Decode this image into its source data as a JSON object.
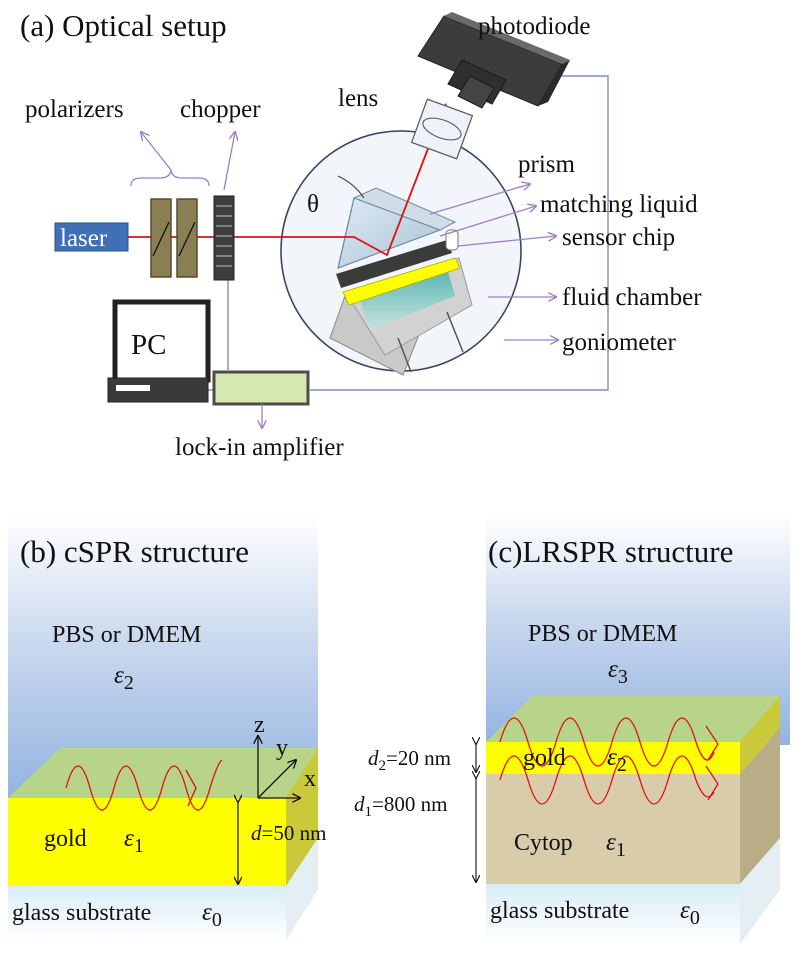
{
  "panel_a": {
    "title": "(a) Optical setup",
    "labels": {
      "photodiode": "photodiode",
      "lens": "lens",
      "polarizers": "polarizers",
      "chopper": "chopper",
      "prism": "prism",
      "matching_liquid": "matching liquid",
      "sensor_chip": "sensor chip",
      "fluid_chamber": "fluid chamber",
      "goniometer": "goniometer",
      "laser": "laser",
      "pc": "PC",
      "lock_in": "lock-in amplifier",
      "theta": "θ"
    }
  },
  "panel_b": {
    "title": "(b) cSPR structure",
    "medium": "PBS or DMEM",
    "medium_eps": "ε",
    "medium_eps_sub": "2",
    "gold": "gold",
    "gold_eps": "ε",
    "gold_eps_sub": "1",
    "substrate": "glass substrate",
    "substrate_eps": "ε",
    "substrate_eps_sub": "0",
    "thickness_var": "d",
    "thickness_val": "=50 nm",
    "axis_z": "z",
    "axis_y": "y",
    "axis_x": "x"
  },
  "panel_c": {
    "title": "(c)LRSPR structure",
    "medium": "PBS or DMEM",
    "medium_eps": "ε",
    "medium_eps_sub": "3",
    "gold": "gold",
    "gold_eps": "ε",
    "gold_eps_sub": "2",
    "cytop": "Cytop",
    "cytop_eps": "ε",
    "cytop_eps_sub": "1",
    "substrate": "glass substrate",
    "substrate_eps": "ε",
    "substrate_eps_sub": "0",
    "d2_var": "d",
    "d2_sub": "2",
    "d2_val": "=20 nm",
    "d1_var": "d",
    "d1_sub": "1",
    "d1_val": "=800 nm"
  },
  "colors": {
    "gold": "#ffff00",
    "laser_beam": "#e01010",
    "polarizer": "#8a7f52",
    "lockin": "#d6e8b0",
    "laser_box": "#3f6fb5",
    "cytop": "#d8ccaa",
    "surface_green": "#b7d489",
    "sky_top": "#97b6e0"
  }
}
